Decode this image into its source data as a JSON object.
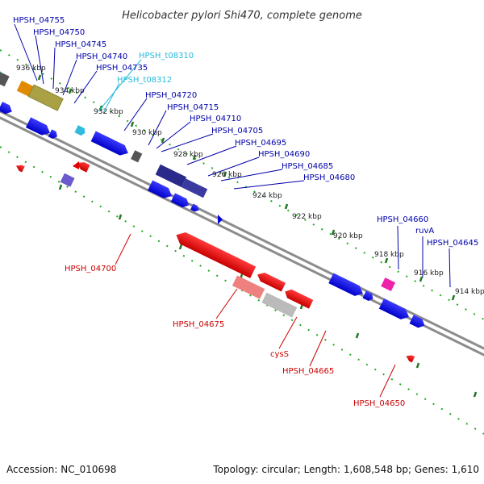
{
  "title": "Helicobacter pylori Shi470, complete genome",
  "footer": {
    "accession": "Accession: NC_010698",
    "topology": "Topology: circular; Length: 1,608,548 bp; Genes: 1,610"
  },
  "colors": {
    "forward_gene": "#0a0adc",
    "reverse_gene": "#e00000",
    "trna": "#33bbdd",
    "backbone": "#8c8c8c",
    "tick_dots": "#22aa22",
    "tick_major": "#227722",
    "label_forward": "#0000aa",
    "label_reverse": "#cc0000",
    "label_trna": "#22bbdd",
    "ruvA": "#ee22aa"
  },
  "kbp_marks": [
    "936 kbp",
    "934 kbp",
    "932 kbp",
    "930 kbp",
    "928 kbp",
    "926 kbp",
    "924 kbp",
    "922 kbp",
    "920 kbp",
    "918 kbp",
    "916 kbp",
    "914 kbp"
  ],
  "forward_labels": [
    "HPSH_04755",
    "HPSH_04750",
    "HPSH_04745",
    "HPSH_04740",
    "HPSH_04735",
    "HPSH_04720",
    "HPSH_04715",
    "HPSH_04710",
    "HPSH_04705",
    "HPSH_04695",
    "HPSH_04690",
    "HPSH_04685",
    "HPSH_04680",
    "HPSH_04660",
    "ruvA",
    "HPSH_04645"
  ],
  "trna_labels": [
    "HPSH_t08310",
    "HPSH_t08312"
  ],
  "reverse_labels": [
    "HPSH_04700",
    "HPSH_04675",
    "cysS",
    "HPSH_04665",
    "HPSH_04650"
  ]
}
